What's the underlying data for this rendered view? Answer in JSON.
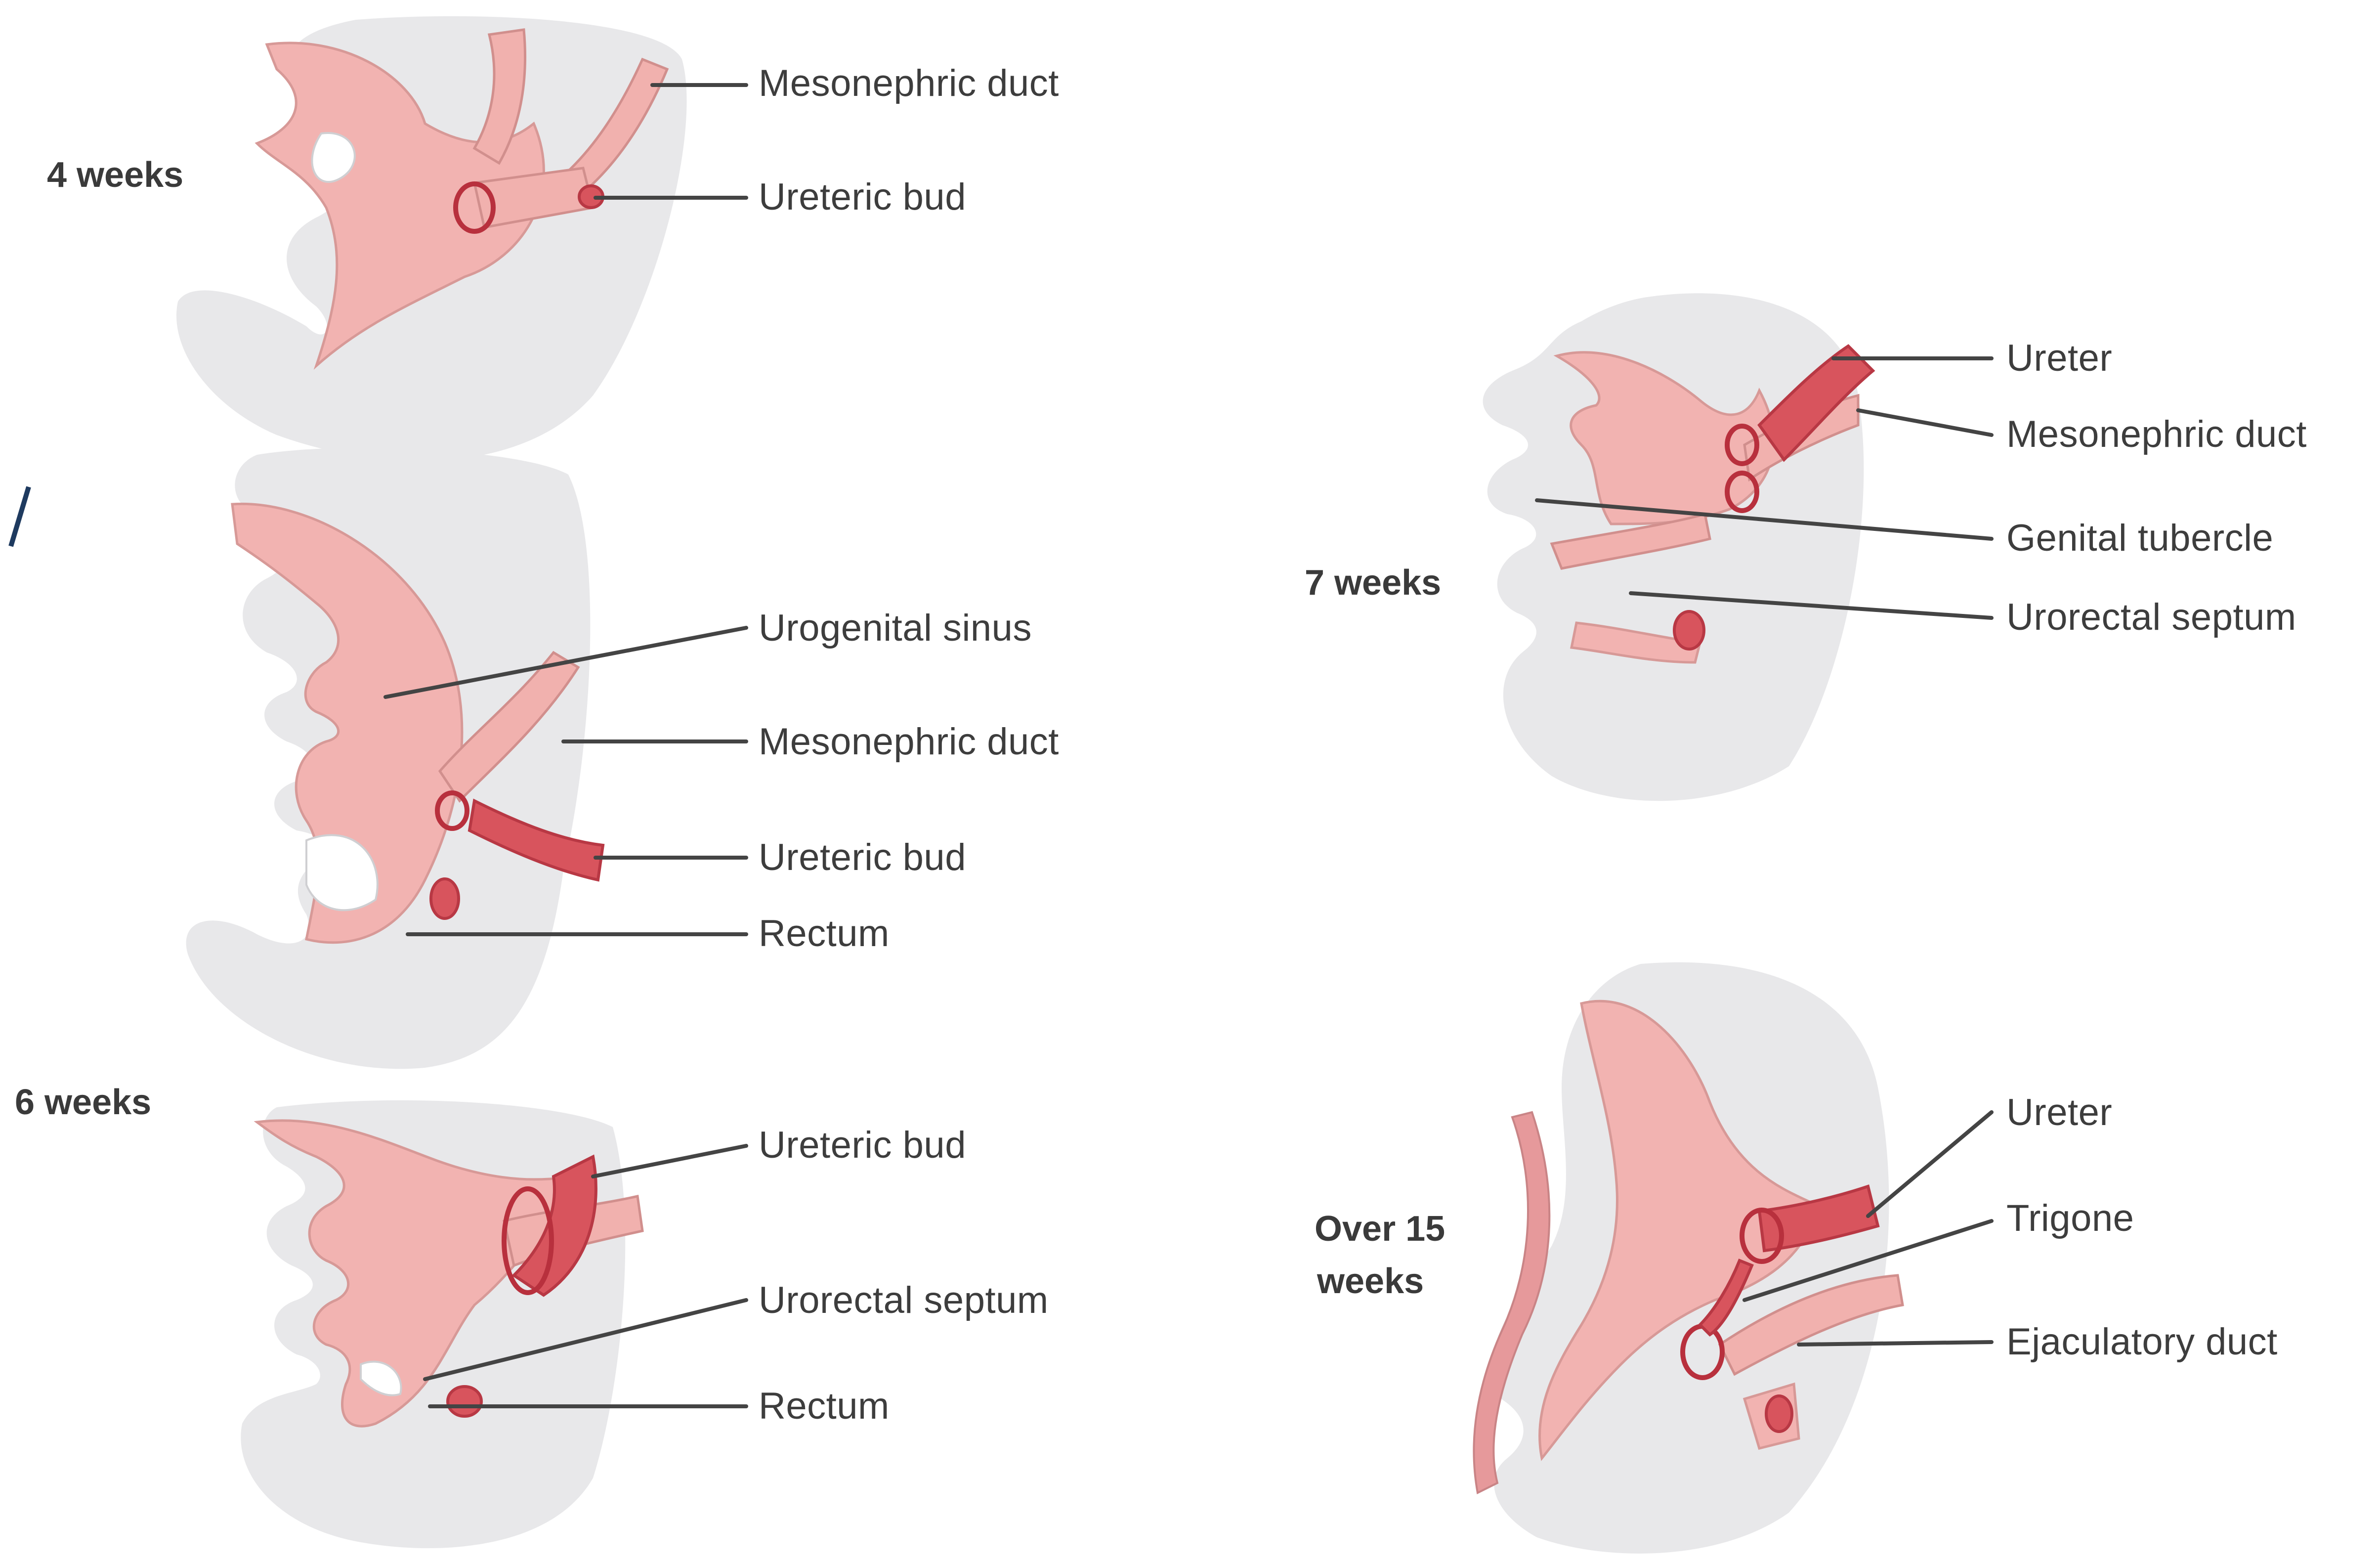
{
  "stages": {
    "four_weeks": "4 weeks",
    "six_weeks": "6 weeks",
    "seven_weeks": "7 weeks",
    "over_fifteen_weeks": [
      "Over 15",
      "weeks"
    ]
  },
  "labels": {
    "week4": [
      "Mesonephric duct",
      "Ureteric bud"
    ],
    "week6_upper": [
      "Urogenital sinus",
      "Mesonephric duct",
      "Ureteric bud",
      "Rectum"
    ],
    "week6_lower": [
      "Ureteric bud",
      "Urorectal septum",
      "Rectum"
    ],
    "week7": [
      "Ureter",
      "Mesonephric duct",
      "Genital tubercle",
      "Urorectal septum"
    ],
    "week15": [
      "Ureter",
      "Trigone",
      "Ejaculatory duct"
    ]
  },
  "colors": {
    "background_tissue": "#e8e8ea",
    "organ": "#f2b3b1",
    "ureter": "#d8545d",
    "outline": "#b8303d",
    "accent_mark": "#1e3a5f"
  }
}
